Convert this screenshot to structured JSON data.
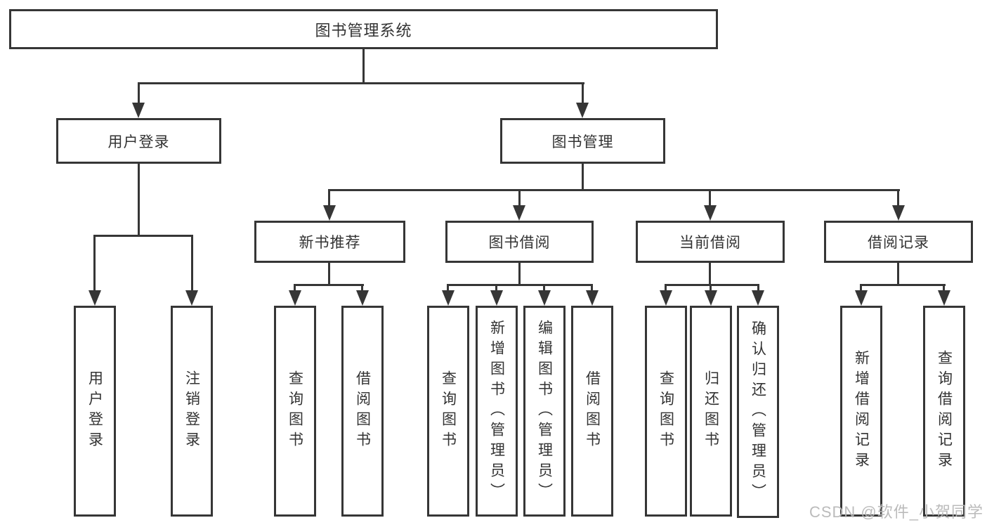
{
  "diagram": {
    "title": "图书管理系统",
    "branches": [
      {
        "label": "用户登录",
        "children": [
          {
            "label": "用户登录"
          },
          {
            "label": "注销登录"
          }
        ]
      },
      {
        "label": "图书管理",
        "groups": [
          {
            "label": "新书推荐",
            "children": [
              {
                "label": "查询图书"
              },
              {
                "label": "借阅图书"
              }
            ]
          },
          {
            "label": "图书借阅",
            "children": [
              {
                "label": "查询图书"
              },
              {
                "label": "新增图书（管理员）"
              },
              {
                "label": "编辑图书（管理员）"
              },
              {
                "label": "借阅图书"
              }
            ]
          },
          {
            "label": "当前借阅",
            "children": [
              {
                "label": "查询图书"
              },
              {
                "label": "归还图书"
              },
              {
                "label": "确认归还（管理员）"
              }
            ]
          },
          {
            "label": "借阅记录",
            "children": [
              {
                "label": "新增借阅记录"
              },
              {
                "label": "查询借阅记录"
              }
            ]
          }
        ]
      }
    ]
  },
  "watermark": {
    "text": "CSDN @软件_小贺同学"
  },
  "colors": {
    "line": "#363636",
    "text": "#333333",
    "background": "#ffffff",
    "watermark": "#b7b7b7"
  }
}
